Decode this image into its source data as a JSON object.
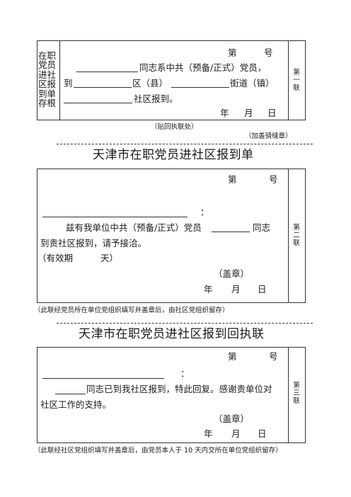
{
  "stub": {
    "side_label": "在职党员进社区报到单存根",
    "number_label": "第",
    "number_suffix": "号",
    "line1_text": "同志系中共（预备/正式）党员，",
    "line2_prefix": "到",
    "line2_district": "区（县）",
    "line2_street": "街道（镇）",
    "line3_text": "社区报到。",
    "date_year": "年",
    "date_month": "月",
    "date_day": "日",
    "copy_label": "第一联"
  },
  "paste_note": "（贴回执联处）",
  "seal_note": "（加盖骑缝章）",
  "form2": {
    "title": "天津市在职党员进社区报到单",
    "number_label": "第",
    "number_suffix": "号",
    "colon": "：",
    "body_line1_a": "兹有我单位中共（预备/正式）党员",
    "body_line1_b": "同志",
    "body_line2": "到贵社区报到，请予接洽。",
    "validity_prefix": "（有效期",
    "validity_suffix": "天）",
    "seal": "（盖章）",
    "date_year": "年",
    "date_month": "月",
    "date_day": "日",
    "copy_label": "第二联",
    "footnote": "（此联经党员所在单位党组织填写并盖章后，由社区党组织留存）"
  },
  "form3": {
    "title": "天津市在职党员进社区报到回执联",
    "number_label": "第",
    "number_suffix": "号",
    "colon": "：",
    "body_line1": "同志已到我社区报到，特此回复。感谢贵单位对",
    "body_line2": "社区工作的支持。",
    "seal": "（盖章）",
    "date_year": "年",
    "date_month": "月",
    "date_day": "日",
    "copy_label": "第三联",
    "footnote": "（此联经社区党组织填写并盖章后，由党员本人于 10 天内交所在单位党组织留存）"
  }
}
